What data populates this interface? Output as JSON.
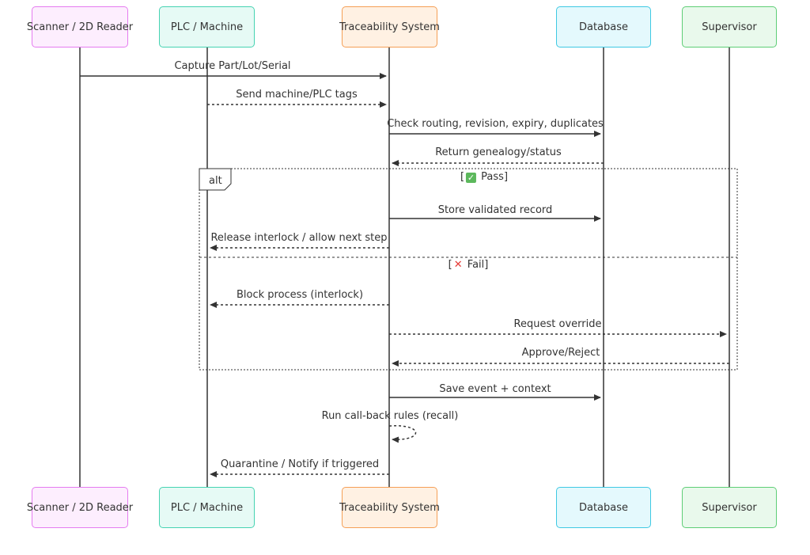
{
  "actors": [
    {
      "id": "scanner",
      "label": "Scanner / 2D Reader"
    },
    {
      "id": "plc",
      "label": "PLC / Machine"
    },
    {
      "id": "trace",
      "label": "Traceability System"
    },
    {
      "id": "db",
      "label": "Database"
    },
    {
      "id": "super",
      "label": "Supervisor"
    }
  ],
  "messages": [
    {
      "label": "Capture Part/Lot/Serial",
      "from": "scanner",
      "to": "trace",
      "style": "solid"
    },
    {
      "label": "Send machine/PLC tags",
      "from": "plc",
      "to": "trace",
      "style": "dotted"
    },
    {
      "label": "Check routing, revision, expiry, duplicates",
      "from": "trace",
      "to": "db",
      "style": "solid"
    },
    {
      "label": "Return genealogy/status",
      "from": "db",
      "to": "trace",
      "style": "dotted"
    },
    {
      "label": "Store validated record",
      "from": "trace",
      "to": "db",
      "style": "solid"
    },
    {
      "label": "Release interlock / allow next step",
      "from": "trace",
      "to": "plc",
      "style": "dotted"
    },
    {
      "label": "Block process (interlock)",
      "from": "trace",
      "to": "plc",
      "style": "dotted"
    },
    {
      "label": "Request override",
      "from": "trace",
      "to": "super",
      "style": "dotted"
    },
    {
      "label": "Approve/Reject",
      "from": "super",
      "to": "trace",
      "style": "dotted"
    },
    {
      "label": "Save event + context",
      "from": "trace",
      "to": "db",
      "style": "solid"
    },
    {
      "label": "Run call-back rules (recall)",
      "from": "trace",
      "to": "trace",
      "style": "dotted"
    },
    {
      "label": "Quarantine / Notify if triggered",
      "from": "trace",
      "to": "plc",
      "style": "dotted"
    }
  ],
  "alt_block": {
    "tag": "alt",
    "pass_condition": "Pass",
    "fail_condition": "Fail"
  },
  "colors": {
    "line": "#333333",
    "scanner": "#e57bf0",
    "plc": "#46d3b2",
    "trace": "#f59f56",
    "db": "#3fc9e3",
    "super": "#5ece76"
  }
}
